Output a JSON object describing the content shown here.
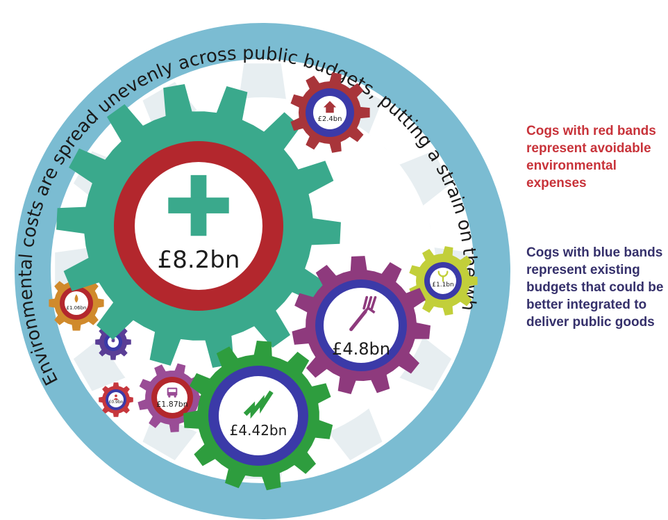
{
  "ring_text": "Environmental costs are spread unevenly across public budgets, putting a strain on the whole system",
  "legend": {
    "red": "Cogs with red bands represent avoidable environmental expenses",
    "blue": "Cogs with blue bands represent existing budgets that could be better integrated to deliver public goods"
  },
  "colors": {
    "ring": "#7bbcd2",
    "red_band": "#b3272d",
    "blue_band": "#3b3aa8",
    "legend_red": "#c8333a",
    "legend_blue": "#35306b"
  },
  "cogs": {
    "health": {
      "label": "£8.2bn",
      "icon": "plus-icon",
      "color": "#3aa98c",
      "band": "red"
    },
    "food": {
      "label": "£4.8bn",
      "icon": "fork-icon",
      "color": "#8e3a7d",
      "band": "blue"
    },
    "energy": {
      "label": "£4.42bn",
      "icon": "lightning-icon",
      "color": "#2e9d3e",
      "band": "blue"
    },
    "housing": {
      "label": "£2.4bn",
      "icon": "house-icon",
      "color": "#a8353a",
      "band": "blue"
    },
    "transport": {
      "label": "£1.87bn",
      "icon": "bus-icon",
      "color": "#9a4d96",
      "band": "red"
    },
    "water": {
      "label": "£1.06bn",
      "icon": "drop-icon",
      "color": "#d08a2c",
      "band": "red"
    },
    "farming": {
      "label": "£1.1bn",
      "icon": "sprout-icon",
      "color": "#c2cf3a",
      "band": "blue"
    },
    "flood": {
      "label": "£0.9bn",
      "icon": "person-icon",
      "color": "#c6373d",
      "band": "blue"
    },
    "waste": {
      "label": "",
      "icon": "stack-icon",
      "color": "#5a3e96",
      "band": "blue"
    }
  }
}
